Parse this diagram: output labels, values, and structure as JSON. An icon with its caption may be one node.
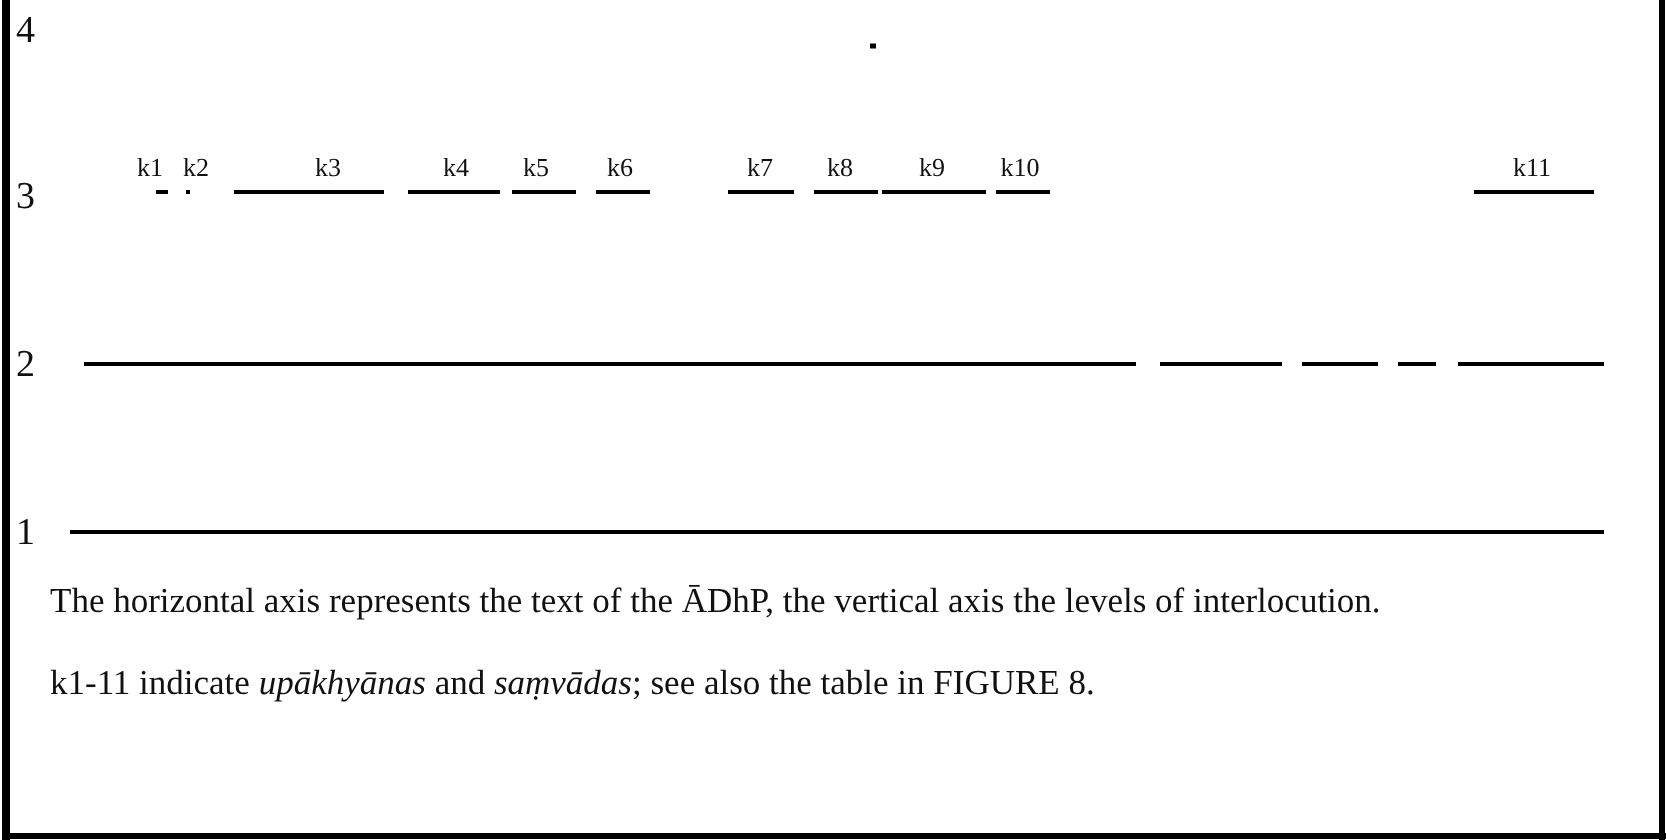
{
  "diagram": {
    "caption": "The horizontal axis represents the text of the ĀDhP, the vertical axis the levels of interlocution.",
    "labels": [
      "4",
      "k1",
      "k2",
      "k3",
      "k4",
      "k5",
      "k6",
      "k7",
      "k8",
      "k9",
      "k10",
      "k11",
      "3",
      "2",
      "1",
      "k1-11 indicate *upākhyānas* and *saṃvādas*; see also the table in FIGURE 8."
    ]
  }
}
